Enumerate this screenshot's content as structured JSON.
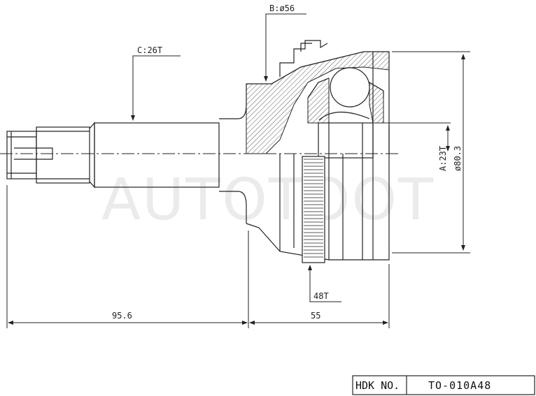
{
  "watermark": "AUTOTOOT",
  "dimensions": {
    "outer_diameter": "B:ø56",
    "spline_outer": "C:26T",
    "spline_inner": "A:23T",
    "bell_diameter": "ø80.3",
    "abs_ring": "48T",
    "shaft_length": "95.6",
    "housing_length": "55"
  },
  "title_block": {
    "label": "HDK NO.",
    "part_number": "TO-010A48"
  },
  "colors": {
    "line": "#222222",
    "hatch": "#444444",
    "watermark": "#c8c8c8"
  }
}
